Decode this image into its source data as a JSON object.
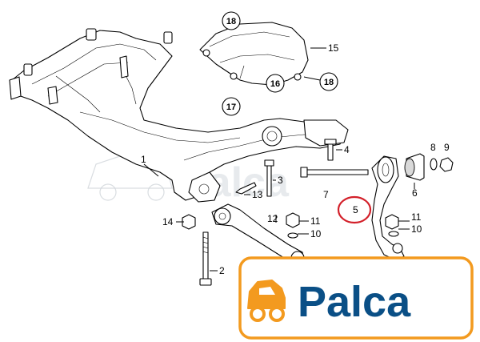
{
  "diagram": {
    "callouts": {
      "p1": "1",
      "p2": "2",
      "p3": "3",
      "p4": "4",
      "p5": "5",
      "p6": "6",
      "p7": "7",
      "p8": "8",
      "p9": "9",
      "p10a": "10",
      "p10b": "10",
      "p11a": "11",
      "p11b": "11",
      "p12": "12",
      "p13": "13",
      "p14": "14",
      "p15": "15",
      "p16": "16",
      "p17": "17",
      "p18a": "18",
      "p18b": "18"
    },
    "highlight_color": "#d3202a"
  },
  "watermark": {
    "text": "Palca"
  },
  "logo": {
    "text": "Palca",
    "brand_color": "#0a4f86",
    "accent_color": "#f39a1f"
  }
}
